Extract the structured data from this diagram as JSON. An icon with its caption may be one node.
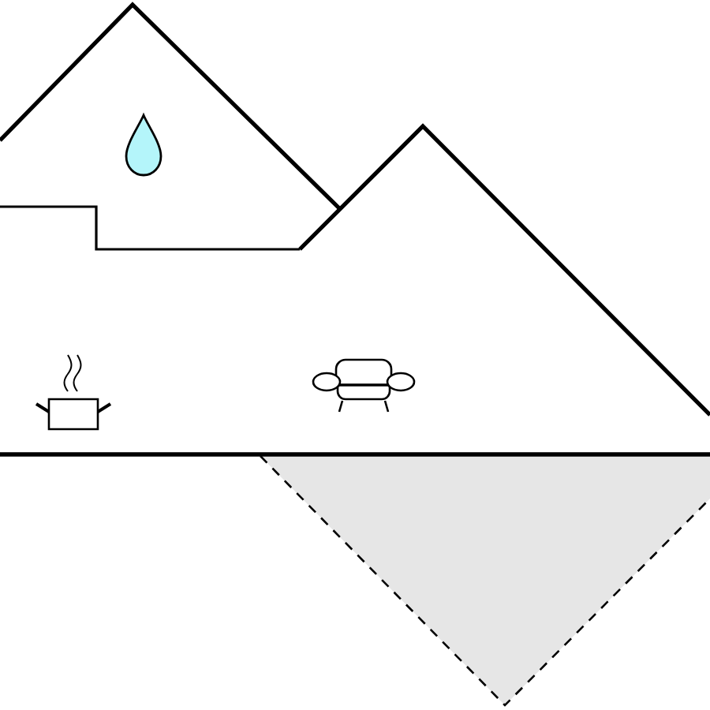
{
  "diagram": {
    "nodes": [
      {
        "text": [],
        "shape": "picture"
      },
      {
        "text": [],
        "shape": "picture"
      },
      {
        "text": [],
        "shape": "picture"
      }
    ]
  }
}
